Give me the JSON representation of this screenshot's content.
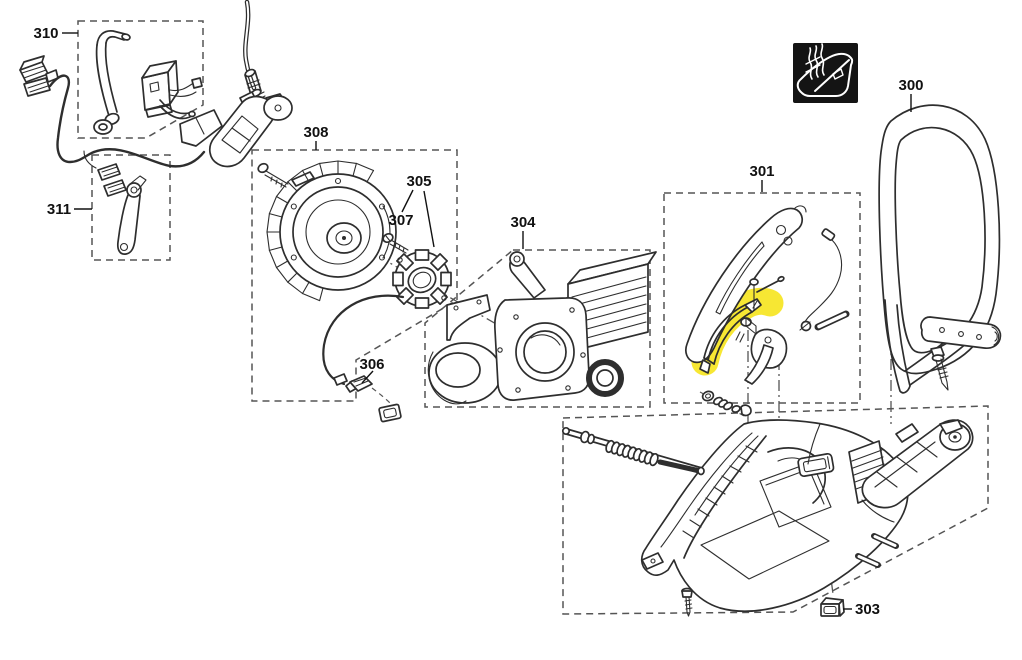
{
  "diagram": {
    "type": "exploded-parts-diagram",
    "background_color": "#ffffff",
    "line_color": "#2e2e2e",
    "box_line_color": "#555555",
    "label_color": "#111111",
    "highlight_color": "#f7e733",
    "icon": {
      "name": "heated-handle-icon",
      "background": "#141414",
      "glyph_color": "#ffffff"
    },
    "labels": [
      {
        "id": "310"
      },
      {
        "id": "311"
      },
      {
        "id": "308"
      },
      {
        "id": "305"
      },
      {
        "id": "307"
      },
      {
        "id": "304"
      },
      {
        "id": "306"
      },
      {
        "id": "301"
      },
      {
        "id": "300"
      },
      {
        "id": "303"
      }
    ]
  }
}
